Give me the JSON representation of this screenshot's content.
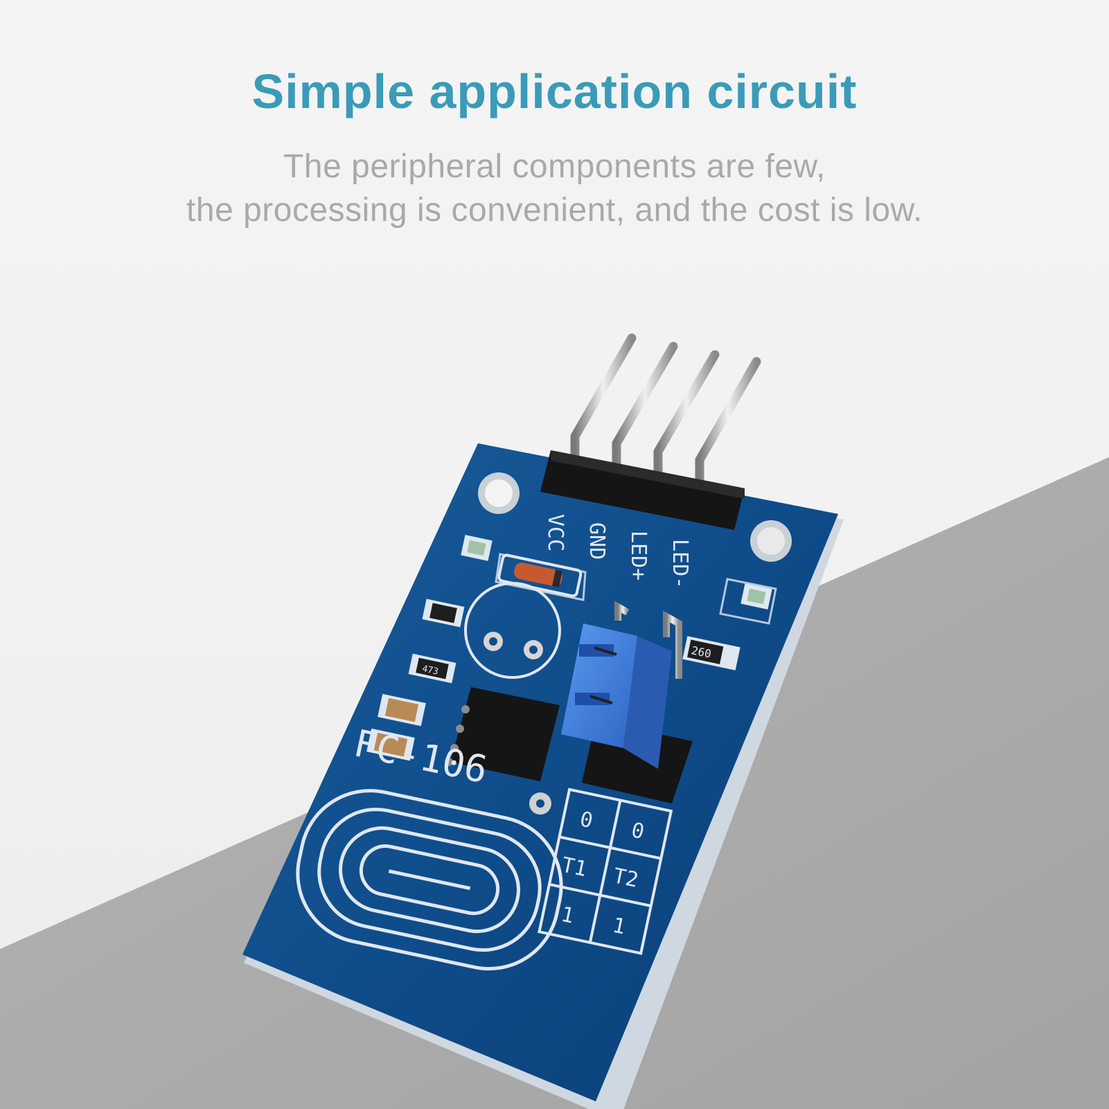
{
  "headline": "Simple application circuit",
  "subtext": {
    "line1": "The peripheral components are few,",
    "line2": "the processing is convenient, and the cost is low."
  },
  "board": {
    "model": "FC-106",
    "pins": [
      "VCC",
      "GND",
      "LED+",
      "LED-"
    ],
    "mode_table": {
      "row_labels": [
        "0",
        "T1",
        "1"
      ],
      "row_labels_2": [
        "0",
        "T2",
        "1"
      ]
    },
    "resistor_code_1": "473",
    "resistor_code_2": "260"
  },
  "colors": {
    "title": "#3a9bb8",
    "subtext": "#a9a9a9",
    "pcb": "#0d4a86",
    "jumper": "#3f7fe0",
    "grey_floor": "#aaaaaa"
  }
}
